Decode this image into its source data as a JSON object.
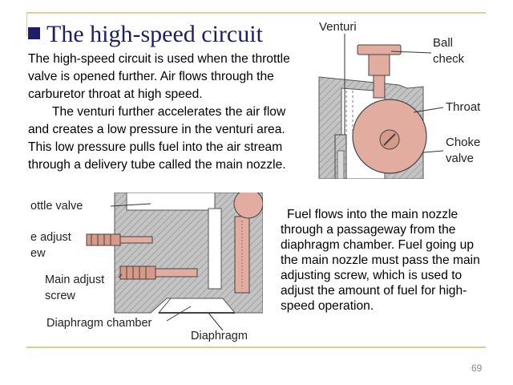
{
  "slide": {
    "title": "The high-speed circuit",
    "paragraph1": "The high-speed circuit is used when the throttle valve is opened further. Air flows through the carburetor throat at high speed.",
    "paragraph2": "The venturi further accelerates the air flow and creates a low pressure in the venturi area. This low pressure pulls fuel into the air stream through a delivery tube called the main nozzle.",
    "paragraph3": "Fuel flows into the main nozzle through a passageway from the diaphragm chamber. Fuel going up the main nozzle must pass the main adjusting screw, which is used to adjust the amount of fuel for high-speed operation.",
    "page_number": "69"
  },
  "figure1": {
    "label_venturi": "Venturi",
    "label_ball": "Ball",
    "label_check": "check",
    "label_throat": "Throat",
    "label_choke": "Choke",
    "label_valve": "valve"
  },
  "figure2": {
    "label_throttle": "ottle valve",
    "label_adjust_partial": "e adjust",
    "label_ew": "ew",
    "label_main_adjust": "Main adjust",
    "label_screw": "screw",
    "label_diaphragm_chamber": "Diaphragm chamber",
    "label_diaphragm": "Diaphragm"
  },
  "colors": {
    "title": "#1e1e66",
    "rule": "#d9cf93",
    "metal_gray": "#b8b8b8",
    "part_pink": "#e2aca0",
    "screw_pink": "#d89a88"
  }
}
